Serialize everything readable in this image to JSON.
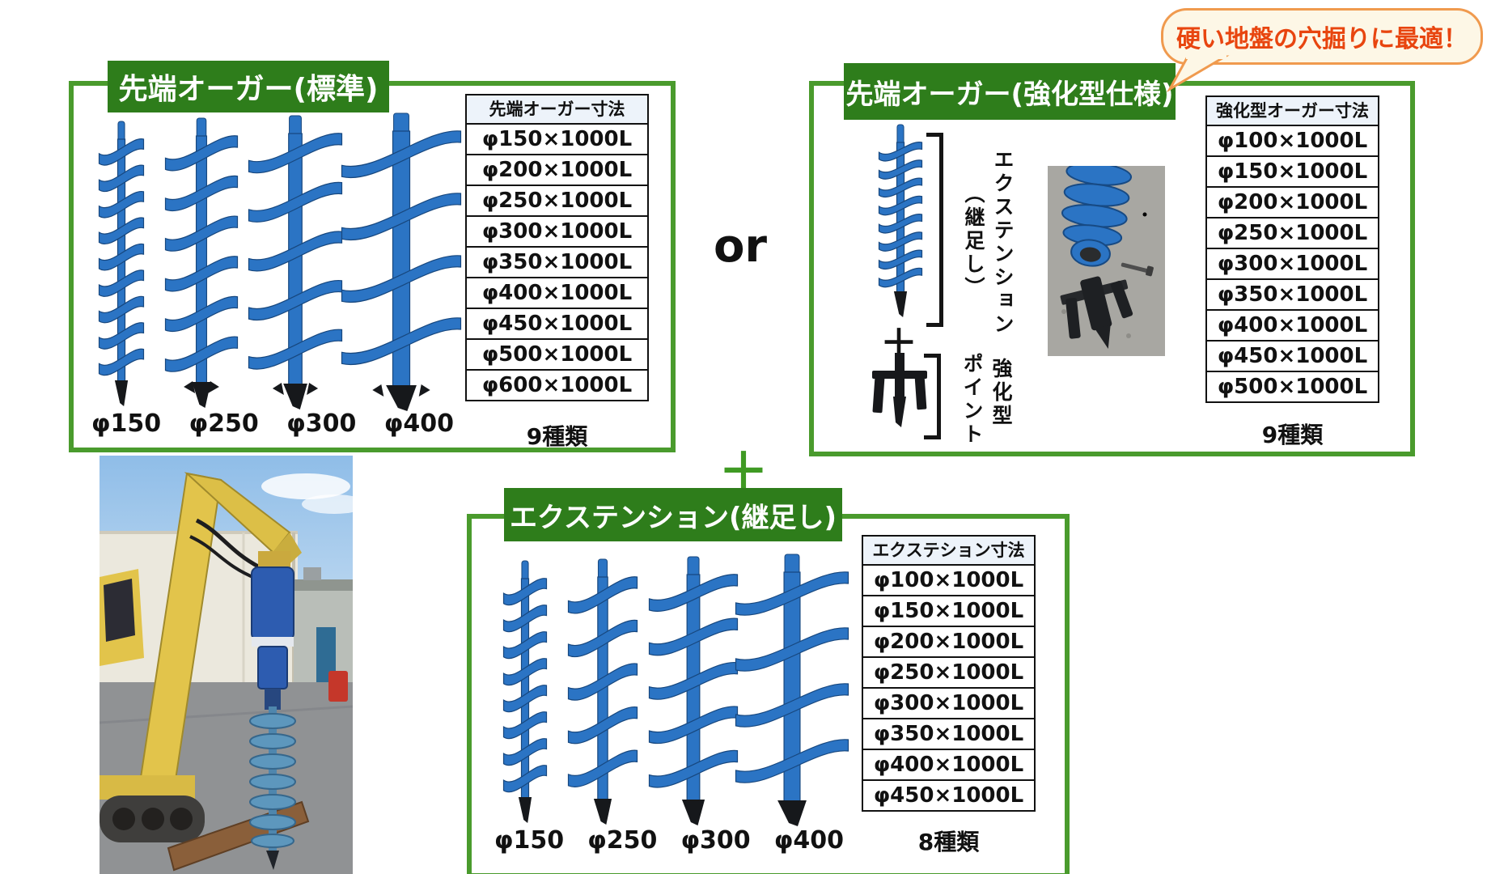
{
  "bubble": {
    "text": "硬い地盤の穴掘りに最適！"
  },
  "connectors": {
    "or_label": "or",
    "plus_between": "＋",
    "plus_small": "＋"
  },
  "colors": {
    "header_green": "#2e7d1b",
    "border_green": "#4a9b2d",
    "bubble_border": "#f09a4e",
    "bubble_bg": "#fdf7e6",
    "bubble_text": "#e8450f",
    "auger_blue": "#2b74c4",
    "table_header_bg": "#edf3fa"
  },
  "boxes": {
    "standard": {
      "title": "先端オーガー(標準)",
      "diameter_labels": [
        "φ150",
        "φ250",
        "φ300",
        "φ400"
      ],
      "table": {
        "header": "先端オーガー寸法",
        "rows": [
          "φ150×1000L",
          "φ200×1000L",
          "φ250×1000L",
          "φ300×1000L",
          "φ350×1000L",
          "φ400×1000L",
          "φ450×1000L",
          "φ500×1000L",
          "φ600×1000L"
        ],
        "footer": "9種類"
      }
    },
    "reinforced": {
      "title": "先端オーガー(強化型仕様)",
      "extension_label": "エクステンション",
      "extension_sublabel": "（継足し）",
      "point_label": "強化型",
      "point_sublabel": "ポイント",
      "table": {
        "header": "強化型オーガー寸法",
        "rows": [
          "φ100×1000L",
          "φ150×1000L",
          "φ200×1000L",
          "φ250×1000L",
          "φ300×1000L",
          "φ350×1000L",
          "φ400×1000L",
          "φ450×1000L",
          "φ500×1000L"
        ],
        "footer": "9種類"
      }
    },
    "extension": {
      "title": "エクステンション(継足し)",
      "diameter_labels": [
        "φ150",
        "φ250",
        "φ300",
        "φ400"
      ],
      "table": {
        "header": "エクステション寸法",
        "rows": [
          "φ100×1000L",
          "φ150×1000L",
          "φ200×1000L",
          "φ250×1000L",
          "φ300×1000L",
          "φ350×1000L",
          "φ400×1000L",
          "φ450×1000L"
        ],
        "footer": "8種類"
      }
    }
  }
}
